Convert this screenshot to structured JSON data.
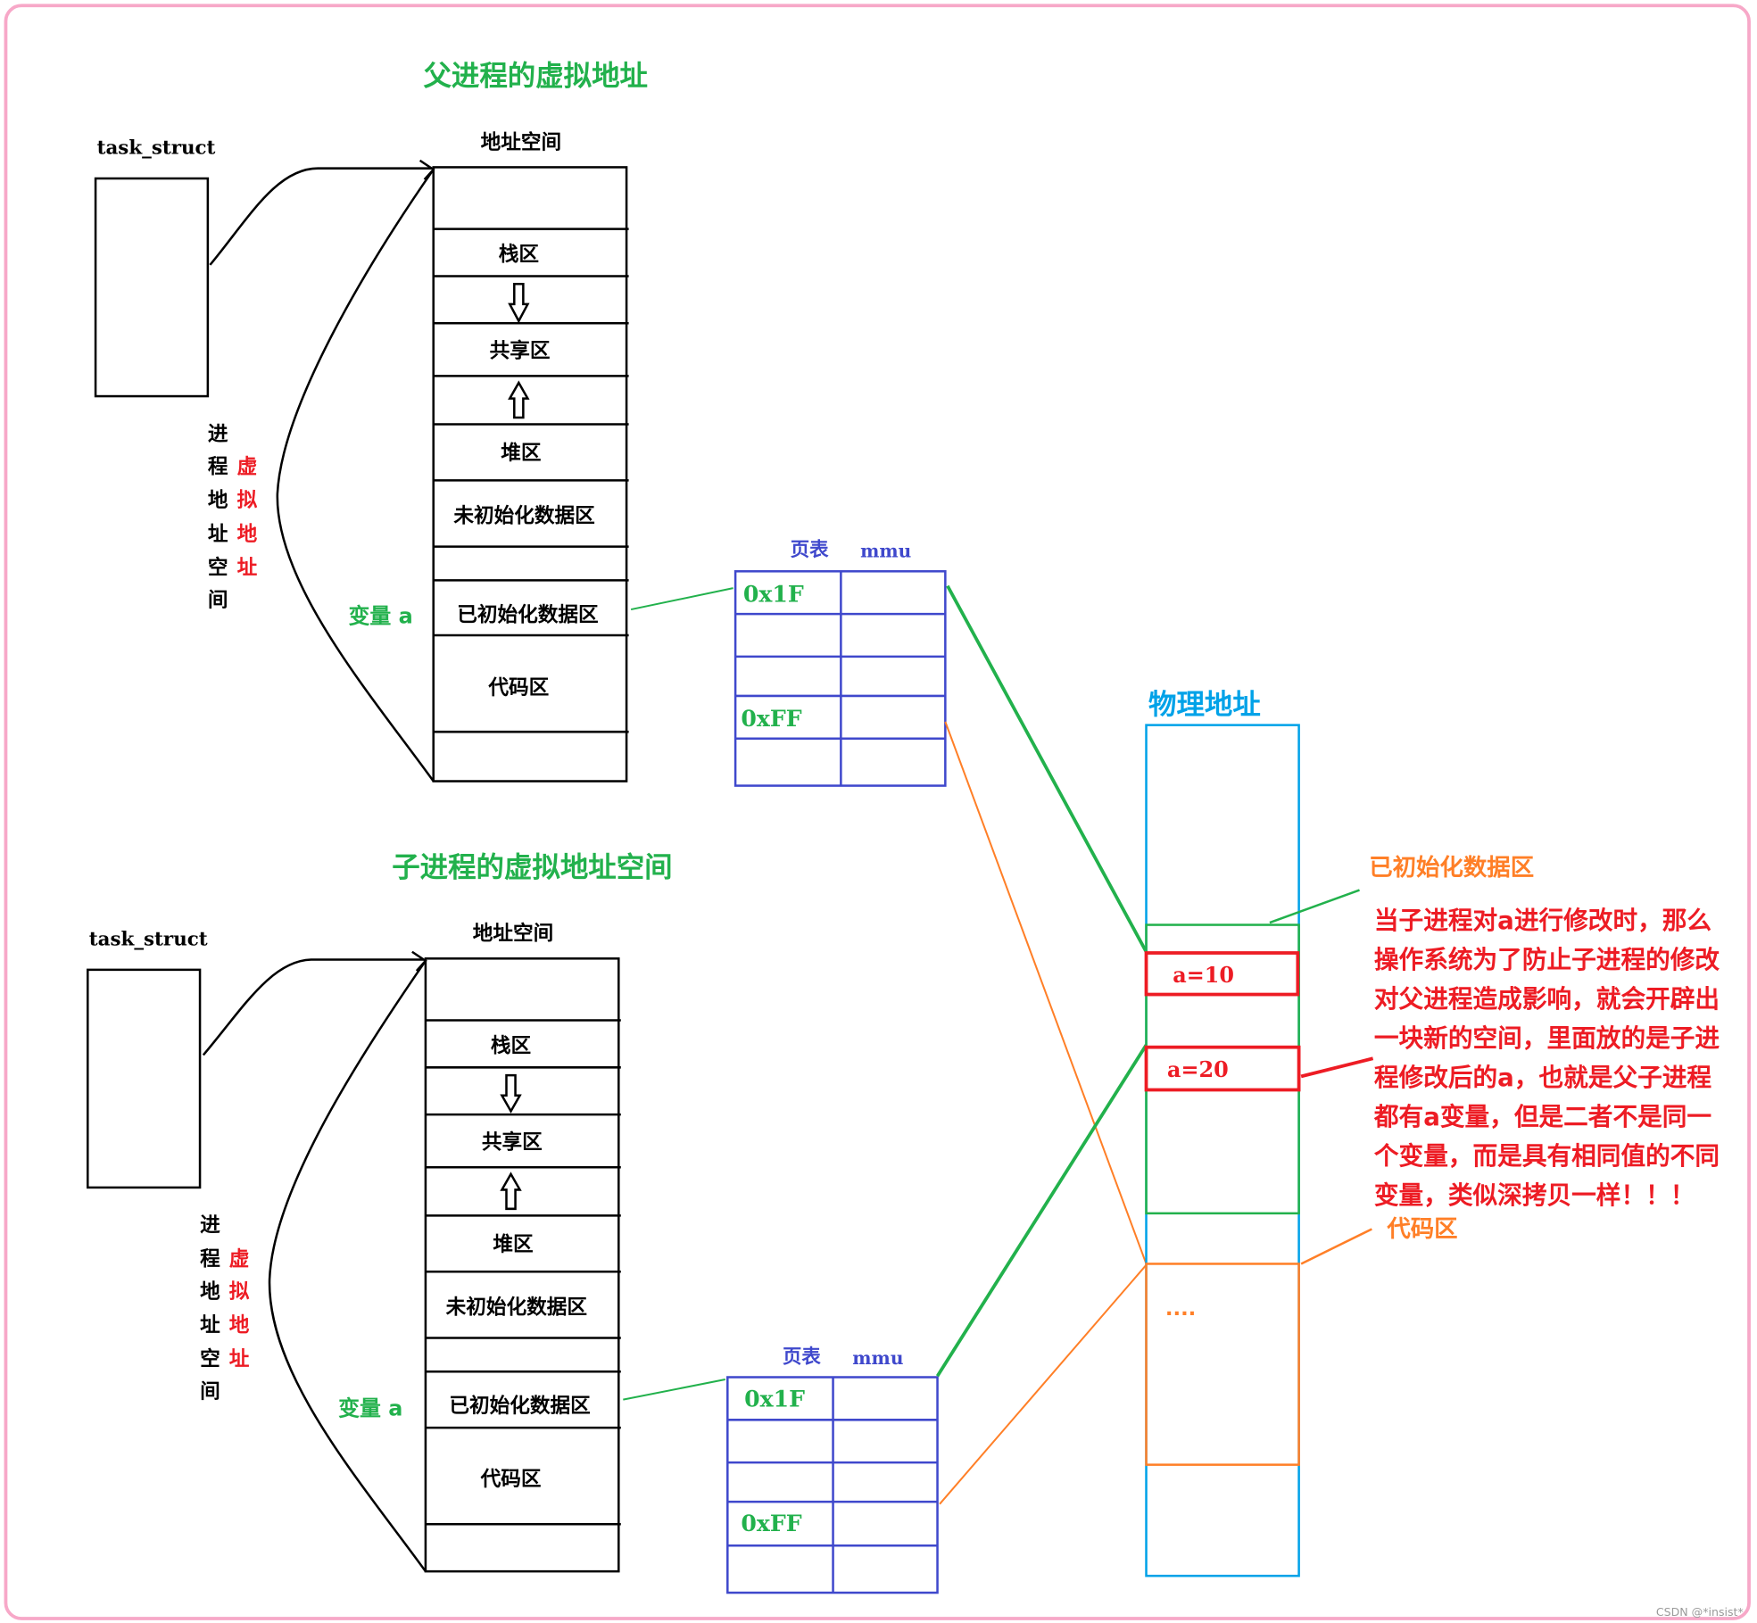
{
  "parent": {
    "title": "父进程的虚拟地址",
    "task_struct": "task_struct",
    "address_space": "地址空间",
    "regions": {
      "stack": "栈区",
      "shared": "共享区",
      "heap": "堆区",
      "bss": "未初始化数据区",
      "data": "已初始化数据区",
      "code": "代码区"
    },
    "side_black": [
      "进",
      "程",
      "地",
      "址",
      "空",
      "间"
    ],
    "side_red": [
      "虚",
      "拟",
      "地",
      "址"
    ],
    "variable": "变量 a",
    "page_table": {
      "label": "页表",
      "mmu": "mmu",
      "entry_top": "0x1F",
      "entry_bottom": "0xFF"
    }
  },
  "child": {
    "title": "子进程的虚拟地址空间",
    "task_struct": "task_struct",
    "address_space": "地址空间",
    "regions": {
      "stack": "栈区",
      "shared": "共享区",
      "heap": "堆区",
      "bss": "未初始化数据区",
      "data": "已初始化数据区",
      "code": "代码区"
    },
    "side_black": [
      "进",
      "程",
      "地",
      "址",
      "空",
      "间"
    ],
    "side_red": [
      "虚",
      "拟",
      "地",
      "址"
    ],
    "variable": "变量 a",
    "page_table": {
      "label": "页表",
      "mmu": "mmu",
      "entry_top": "0x1F",
      "entry_bottom": "0xFF"
    }
  },
  "physical": {
    "title": "物理地址",
    "cell_a10": "a=10",
    "cell_a20": "a=20",
    "ellipsis": "....",
    "label_data": "已初始化数据区",
    "label_code": "代码区"
  },
  "note_lines": [
    "当子进程对a进行修改时，那么",
    "操作系统为了防止子进程的修改",
    "对父进程造成影响，就会开辟出",
    "一块新的空间，里面放的是子进",
    "程修改后的a，也就是父子进程",
    "都有a变量，但是二者不是同一",
    "个变量，而是具有相同值的不同",
    "变量，类似深拷贝一样！！！"
  ],
  "watermark": "CSDN @*insist*",
  "colors": {
    "green": "#22b14c",
    "page_table_blue": "#3f48cc",
    "physical_blue": "#00a2e8",
    "red": "#ed1c24",
    "orange": "#ff7f27",
    "border_pink": "#f7a8c8"
  }
}
